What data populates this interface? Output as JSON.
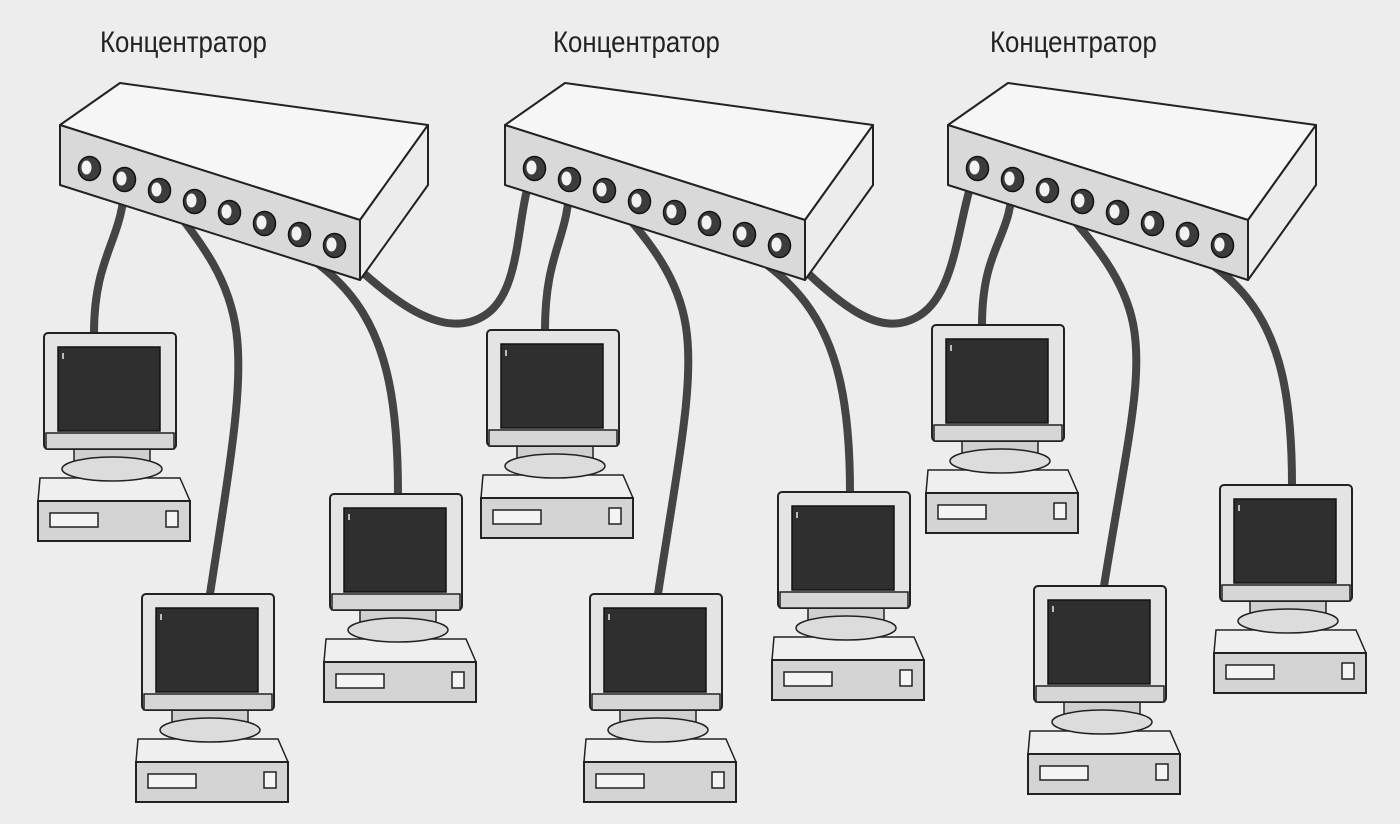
{
  "hubs": [
    {
      "label": "Концентратор"
    },
    {
      "label": "Концентратор"
    },
    {
      "label": "Концентратор"
    }
  ]
}
